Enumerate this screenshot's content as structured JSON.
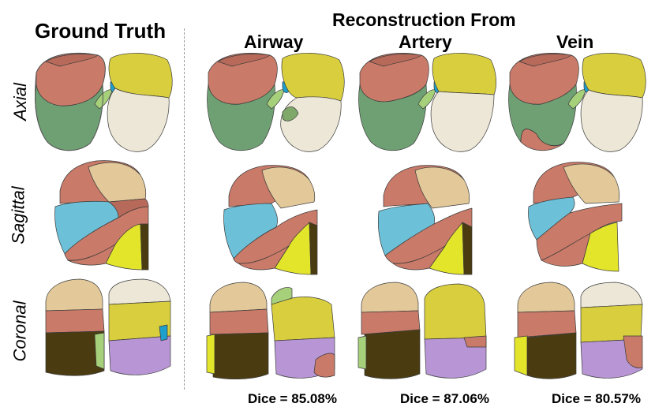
{
  "titles": {
    "ground_truth": "Ground Truth",
    "reconstruction_from": "Reconstruction From"
  },
  "columns": [
    {
      "key": "gt",
      "label": "Ground Truth"
    },
    {
      "key": "airway",
      "label": "Airway",
      "dice": "Dice = 85.08%"
    },
    {
      "key": "artery",
      "label": "Artery",
      "dice": "Dice = 87.06%"
    },
    {
      "key": "vein",
      "label": "Vein",
      "dice": "Dice = 80.57%"
    }
  ],
  "rows": [
    {
      "key": "axial",
      "label": "Axial"
    },
    {
      "key": "sagittal",
      "label": "Sagittal"
    },
    {
      "key": "coronal",
      "label": "Coronal"
    }
  ],
  "colors": {
    "rul_salmon": "#c97a68",
    "rul_rose": "#b86a5a",
    "rml_green": "#6fa074",
    "rll_olive": "#4a3c10",
    "lul_yellow": "#d9cf3e",
    "lul_bright": "#e3e52b",
    "lll_ivory": "#ece7d6",
    "lll_lilac": "#b896d6",
    "wheat": "#e3c99a",
    "sky_blue": "#6cc1d9",
    "airway_teal": "#1f9fcc",
    "pale_green": "#b7d38e",
    "divider": "#9a9a9a"
  }
}
